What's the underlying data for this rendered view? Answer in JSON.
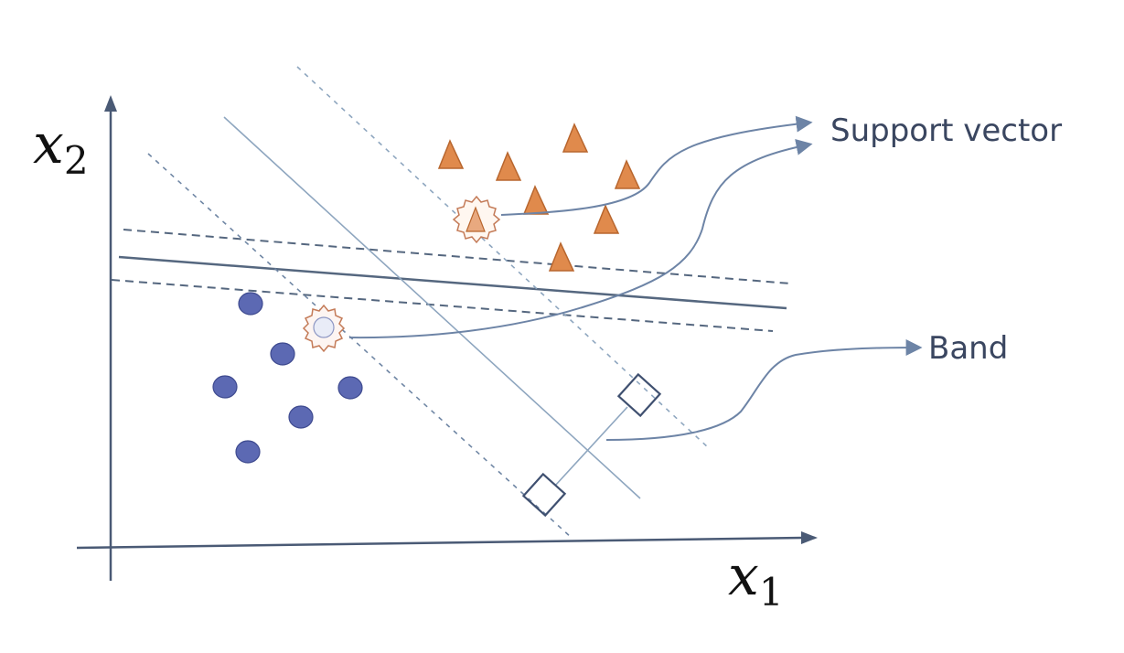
{
  "axes": {
    "x_label_var": "x",
    "x_label_sub": "1",
    "y_label_var": "x",
    "y_label_sub": "2"
  },
  "annotations": {
    "support_vector": "Support vector",
    "band": "Band"
  },
  "colors": {
    "axis": "#4a5a75",
    "line": "#55677f",
    "triangle": "#e08a4c",
    "triangle_stroke": "#b8662e",
    "circle": "#5c69b3",
    "circle_stroke": "#3e4a8f",
    "arrow": "#6d84a6",
    "diamond": "#3f5070"
  },
  "legend_items": {
    "class_a_marker": "triangle-icon",
    "class_b_marker": "circle-icon",
    "support_vector_marker": "starburst-icon",
    "band_marker": "diamond-icon"
  }
}
